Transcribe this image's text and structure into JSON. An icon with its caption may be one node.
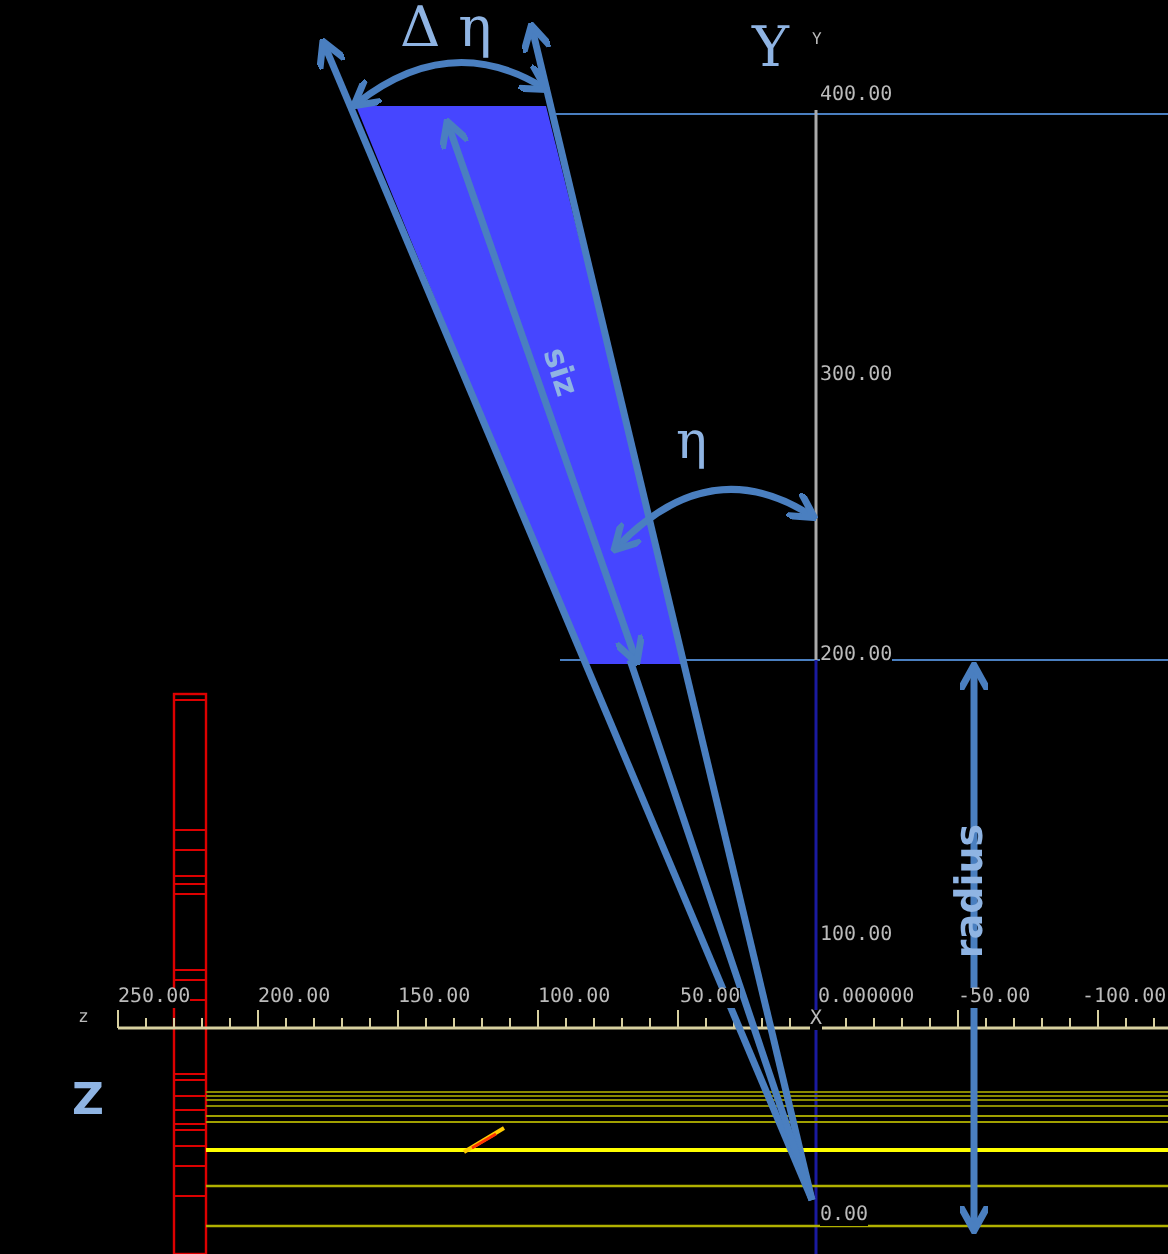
{
  "diagram": {
    "labels": [
      "Δ η",
      "Y",
      "Y",
      "400.00",
      "siz",
      "300.00",
      "η",
      "200.00",
      "radius",
      "100.00",
      "z",
      "250.00",
      "200.00",
      "150.00",
      "100.00",
      "50.00",
      "0.000000",
      "-50.00",
      "-100.00",
      "X",
      "Z",
      "0.00"
    ]
  }
}
